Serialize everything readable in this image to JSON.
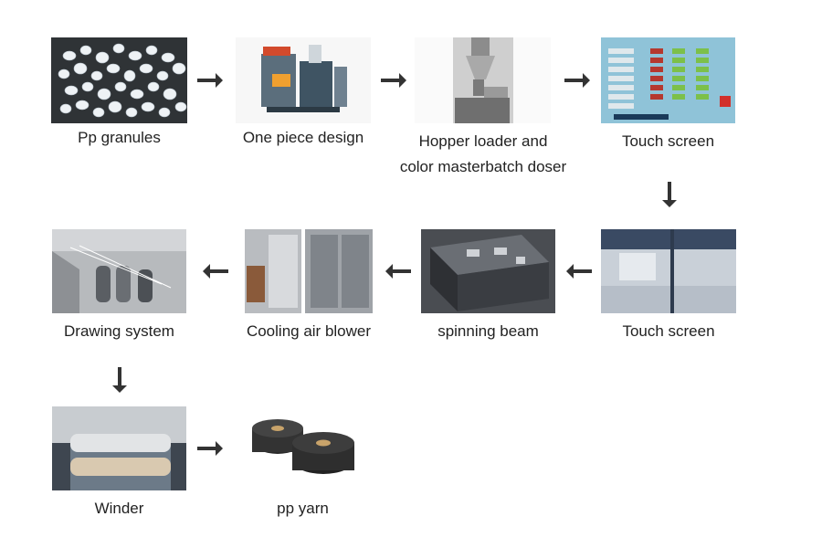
{
  "steps": [
    {
      "id": "pp-granules",
      "caption": "Pp granules"
    },
    {
      "id": "one-piece-design",
      "caption": "One piece design"
    },
    {
      "id": "hopper-loader",
      "caption_line1": "Hopper loader and",
      "caption_line2": "color masterbatch doser"
    },
    {
      "id": "touch-screen-1",
      "caption": "Touch screen"
    },
    {
      "id": "touch-screen-2",
      "caption": "Touch screen"
    },
    {
      "id": "spinning-beam",
      "caption": "spinning beam"
    },
    {
      "id": "cooling-air-blower",
      "caption": "Cooling air blower"
    },
    {
      "id": "drawing-system",
      "caption": "Drawing system"
    },
    {
      "id": "winder",
      "caption": "Winder"
    },
    {
      "id": "pp-yarn",
      "caption": "pp yarn"
    }
  ],
  "arrow_color": "#333333",
  "icons": {
    "arrow_right": "arrow-right-icon",
    "arrow_left": "arrow-left-icon",
    "arrow_down": "arrow-down-icon"
  }
}
